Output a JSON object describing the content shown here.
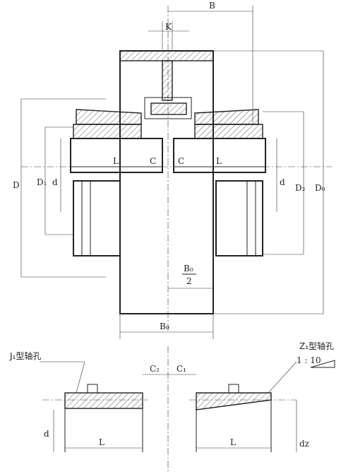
{
  "labels": {
    "B": "B",
    "K": "K",
    "L_left": "L",
    "L_right": "L",
    "C_left": "C",
    "C_right": "C",
    "D": "D",
    "D1": "D₁",
    "d_left": "d",
    "d_right": "d",
    "D2": "D₂",
    "D0": "D₀",
    "B0_half_num": "B₀",
    "B0_half_den": "2",
    "B0": "B₀",
    "J1_hole": "J₁型轴孔",
    "Z1_hole": "Z₁型轴孔",
    "taper": "1 : 10",
    "C2": "C₂",
    "C1": "C₁",
    "d_bottom": "d",
    "dz": "dz",
    "L_bottom_left": "L",
    "L_bottom_right": "L"
  }
}
